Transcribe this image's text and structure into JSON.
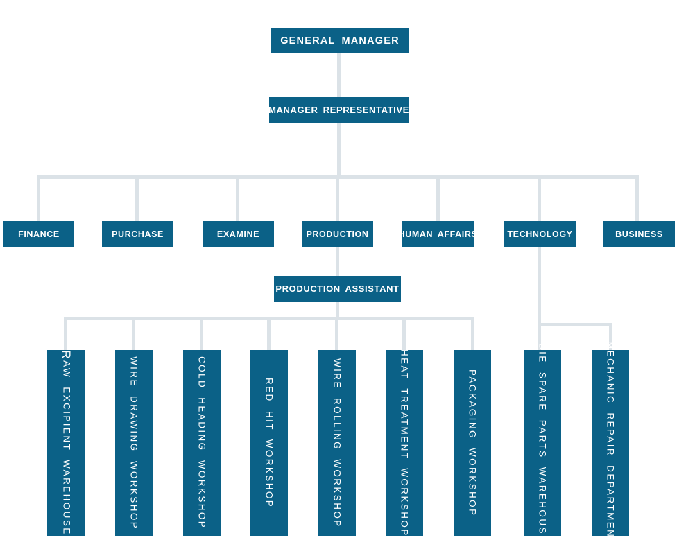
{
  "colors": {
    "node_fill": "#0b6187",
    "node_text": "#ffffff",
    "connector": "#dbe2e7",
    "background": "#ffffff"
  },
  "chart": {
    "type": "org-chart",
    "nodes": {
      "general_manager": {
        "label": "GENERAL MANAGER"
      },
      "manager_representative": {
        "label": "MANAGER REPRESENTATIVE"
      },
      "departments": [
        {
          "label": "FINANCE"
        },
        {
          "label": "PURCHASE"
        },
        {
          "label": "EXAMINE"
        },
        {
          "label": "PRODUCTION"
        },
        {
          "label": "HUMAN AFFAIRS"
        },
        {
          "label": "TECHNOLOGY"
        },
        {
          "label": "BUSINESS"
        }
      ],
      "production_assistant": {
        "label": "PRODUCTION ASSISTANT"
      },
      "production_units": [
        {
          "label": "RAW EXCIPIENT WAREHOUSE"
        },
        {
          "label": "WIRE DRAWING WORKSHOP"
        },
        {
          "label": "COLD HEADING WORKSHOP"
        },
        {
          "label": "RED HIT WORKSHOP"
        },
        {
          "label": "WIRE ROLLING WORKSHOP"
        },
        {
          "label": "HEAT TREATMENT WORKSHOP"
        },
        {
          "label": "PACKAGING WORKSHOP"
        }
      ],
      "technology_units": [
        {
          "label": "DIE SPARE PARTS WAREHOUSE"
        },
        {
          "label": "MECHANIC REPAIR DEPARTMENT"
        }
      ]
    }
  }
}
